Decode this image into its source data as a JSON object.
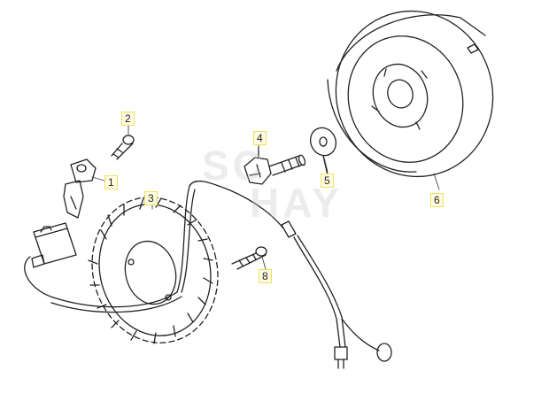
{
  "callouts": {
    "c1": "1",
    "c2": "2",
    "c3": "3",
    "c4": "4",
    "c5": "5",
    "c6": "6",
    "c8": "8"
  },
  "watermark": {
    "line1": "SC",
    "line2": "HAY"
  },
  "colors": {
    "line": "#222222",
    "callout_border": "#f0e060",
    "callout_bg": "#fffbe0"
  }
}
